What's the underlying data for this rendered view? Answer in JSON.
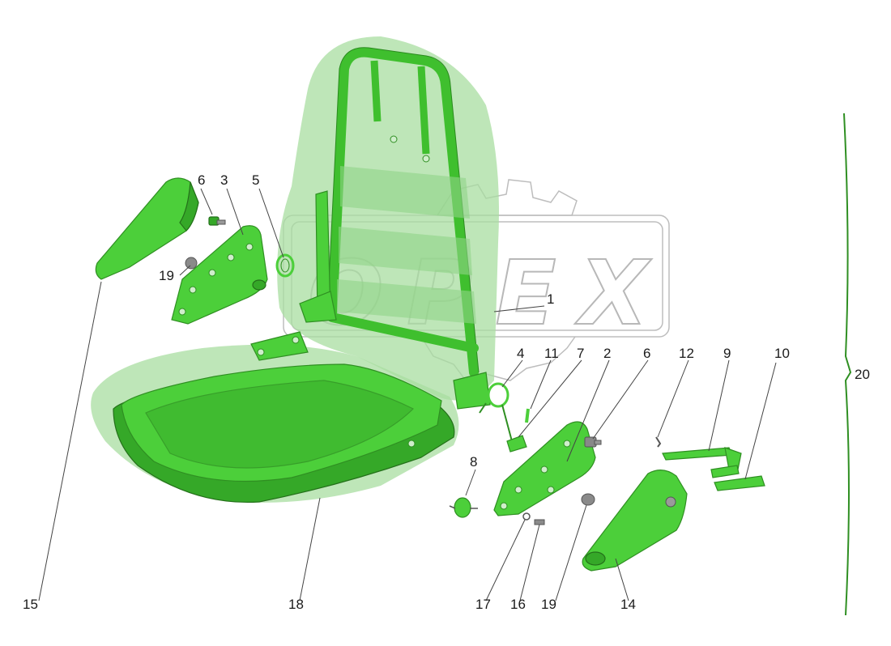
{
  "watermark": "OPEX",
  "callouts": [
    {
      "id": "c1",
      "text": "1"
    },
    {
      "id": "c2",
      "text": "2"
    },
    {
      "id": "c3",
      "text": "3"
    },
    {
      "id": "c4",
      "text": "4"
    },
    {
      "id": "c5",
      "text": "5"
    },
    {
      "id": "c6a",
      "text": "6"
    },
    {
      "id": "c6b",
      "text": "6"
    },
    {
      "id": "c7",
      "text": "7"
    },
    {
      "id": "c8",
      "text": "8"
    },
    {
      "id": "c9",
      "text": "9"
    },
    {
      "id": "c10",
      "text": "10"
    },
    {
      "id": "c11",
      "text": "11"
    },
    {
      "id": "c12",
      "text": "12"
    },
    {
      "id": "c14",
      "text": "14"
    },
    {
      "id": "c15",
      "text": "15"
    },
    {
      "id": "c16",
      "text": "16"
    },
    {
      "id": "c17",
      "text": "17"
    },
    {
      "id": "c18",
      "text": "18"
    },
    {
      "id": "c19a",
      "text": "19"
    },
    {
      "id": "c19b",
      "text": "19"
    },
    {
      "id": "c20",
      "text": "20"
    }
  ],
  "colors": {
    "part": "#4ccf3a",
    "part_dark": "#35a828",
    "ghost": "#a8dea0"
  }
}
